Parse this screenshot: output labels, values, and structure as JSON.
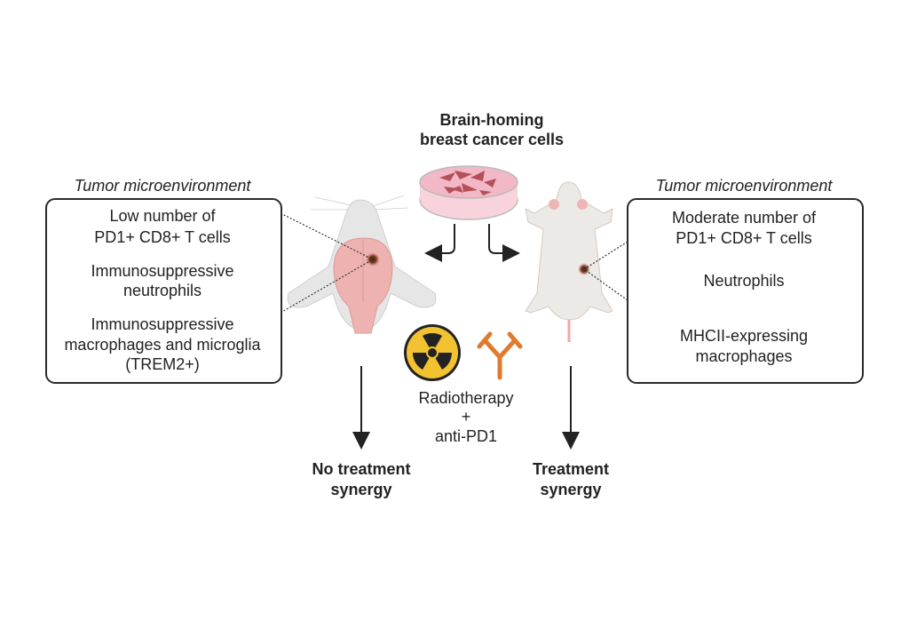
{
  "title": {
    "line1": "Brain-homing",
    "line2": "breast cancer cells"
  },
  "left_panel": {
    "heading": "Tumor microenvironment",
    "items": [
      "Low number of",
      "PD1+ CD8+ T cells",
      "Immunosuppressive",
      "neutrophils",
      "Immunosuppressive",
      "macrophages and microglia",
      "(TREM2+)"
    ]
  },
  "right_panel": {
    "heading": "Tumor microenvironment",
    "items": [
      "Moderate number of",
      "PD1+ CD8+ T cells",
      "Neutrophils",
      "MHCII-expressing",
      "macrophages"
    ]
  },
  "treatment": {
    "line1": "Radiotherapy",
    "line2": "+",
    "line3": "anti-PD1"
  },
  "left_outcome": {
    "line1": "No treatment",
    "line2": "synergy"
  },
  "right_outcome": {
    "line1": "Treatment",
    "line2": "synergy"
  },
  "colors": {
    "dish": "#f6c9d4",
    "cells": "#b5505a",
    "radiation": "#f2c230",
    "antibody": "#e07a2c",
    "box_border": "#2a2a2a"
  }
}
